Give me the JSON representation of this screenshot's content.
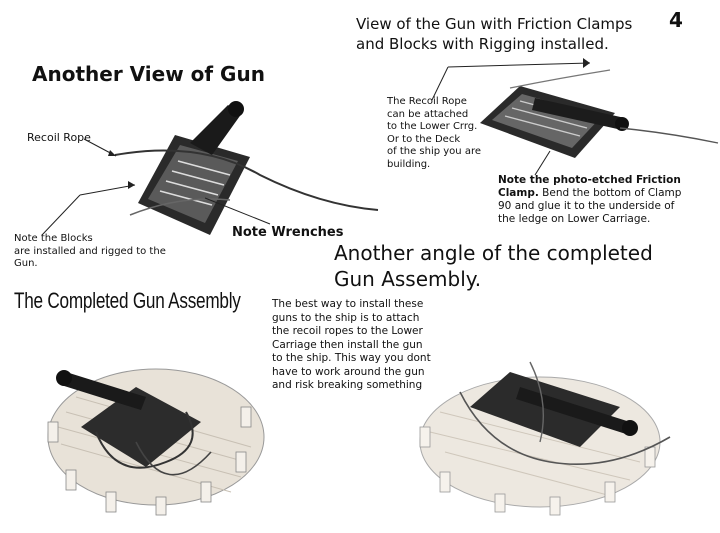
{
  "page_number": "4",
  "title_another_view": "Another View of Gun",
  "top_caption": {
    "line1": "View of the Gun with Friction Clamps",
    "line2": "and Blocks with Rigging installed."
  },
  "recoil_rope_label": "Recoil Rope",
  "recoil_note": {
    "l1": "The Recoil Rope",
    "l2": "can be attached",
    "l3": "to the Lower Crrg.",
    "l4": "Or to the Deck",
    "l5": "of the ship you are",
    "l6": "building."
  },
  "clamp_note": {
    "bold_l1": "Note the photo-etched Friction",
    "bold_l2": "Clamp.",
    "l2_rest": " Bend the bottom of Clamp",
    "l3": "90  and glue it to the underside of",
    "l4": "the ledge on Lower Carriage."
  },
  "note_wrenches": "Note Wrenches",
  "blocks_note": {
    "l1": "Note the Blocks",
    "l2": "are installed and rigged to the",
    "l3": "Gun."
  },
  "another_angle": {
    "l1": "Another angle of the completed",
    "l2": "Gun Assembly."
  },
  "completed_title": "The Completed Gun Assembly",
  "install_note": {
    "l1": "The best way to install these",
    "l2": "guns to the ship is to attach",
    "l3": "the recoil ropes to the Lower",
    "l4": "Carriage then install the gun",
    "l5": "to the ship. This way you dont",
    "l6": "have to work around the gun",
    "l7": "and risk breaking something"
  }
}
